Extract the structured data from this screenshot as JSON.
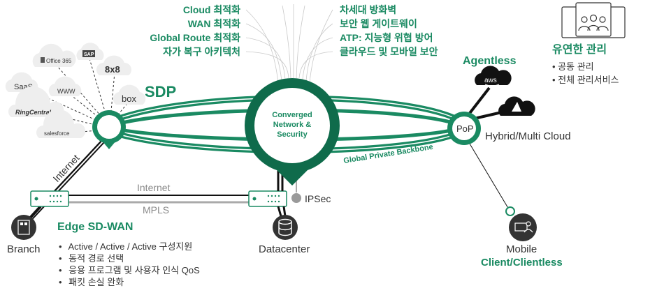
{
  "features_left": [
    "Cloud 최적화",
    "WAN 최적화",
    "Global Route 최적화",
    "자가 복구 아키텍처"
  ],
  "features_right": [
    "차세대 방화벽",
    "보안 웹 게이트웨이",
    "ATP: 지능형 위협 방어",
    "클라우드 및 모바일 보안"
  ],
  "management": {
    "title": "유연한 관리",
    "items": [
      "공동 관리",
      "전체 관리서비스"
    ]
  },
  "sdp_label": "SDP",
  "saas_apps": [
    "Office 365",
    "SAP",
    "8x8",
    "SaaS",
    "WWW",
    "box",
    "RingCentral",
    "salesforce"
  ],
  "core_label": [
    "Converged",
    "Network &",
    "Security"
  ],
  "backbone_label": "Global Private Backbone",
  "agentless_label": "Agentless",
  "aws_label": "aws",
  "pop_label": "PoP",
  "hybrid_label": "Hybrid/Multi Cloud",
  "internet_diag_label": "Internet",
  "internet_label": "Internet",
  "mpls_label": "MPLS",
  "ipsec_label": "IPSec",
  "edge_title": "Edge SD-WAN",
  "edge_items": [
    "Active / Active / Active 구성지원",
    "동적 경로 선택",
    "응용 프로그램 및 사용자 인식 QoS",
    "패킷 손실 완화"
  ],
  "branch_label": "Branch",
  "datacenter_label": "Datacenter",
  "mobile_label": "Mobile",
  "client_label": "Client/Clientless",
  "colors": {
    "green": "#1a8a62",
    "dark_green": "#0f6b4b",
    "text": "#333333",
    "gray": "#8a8a8a"
  }
}
